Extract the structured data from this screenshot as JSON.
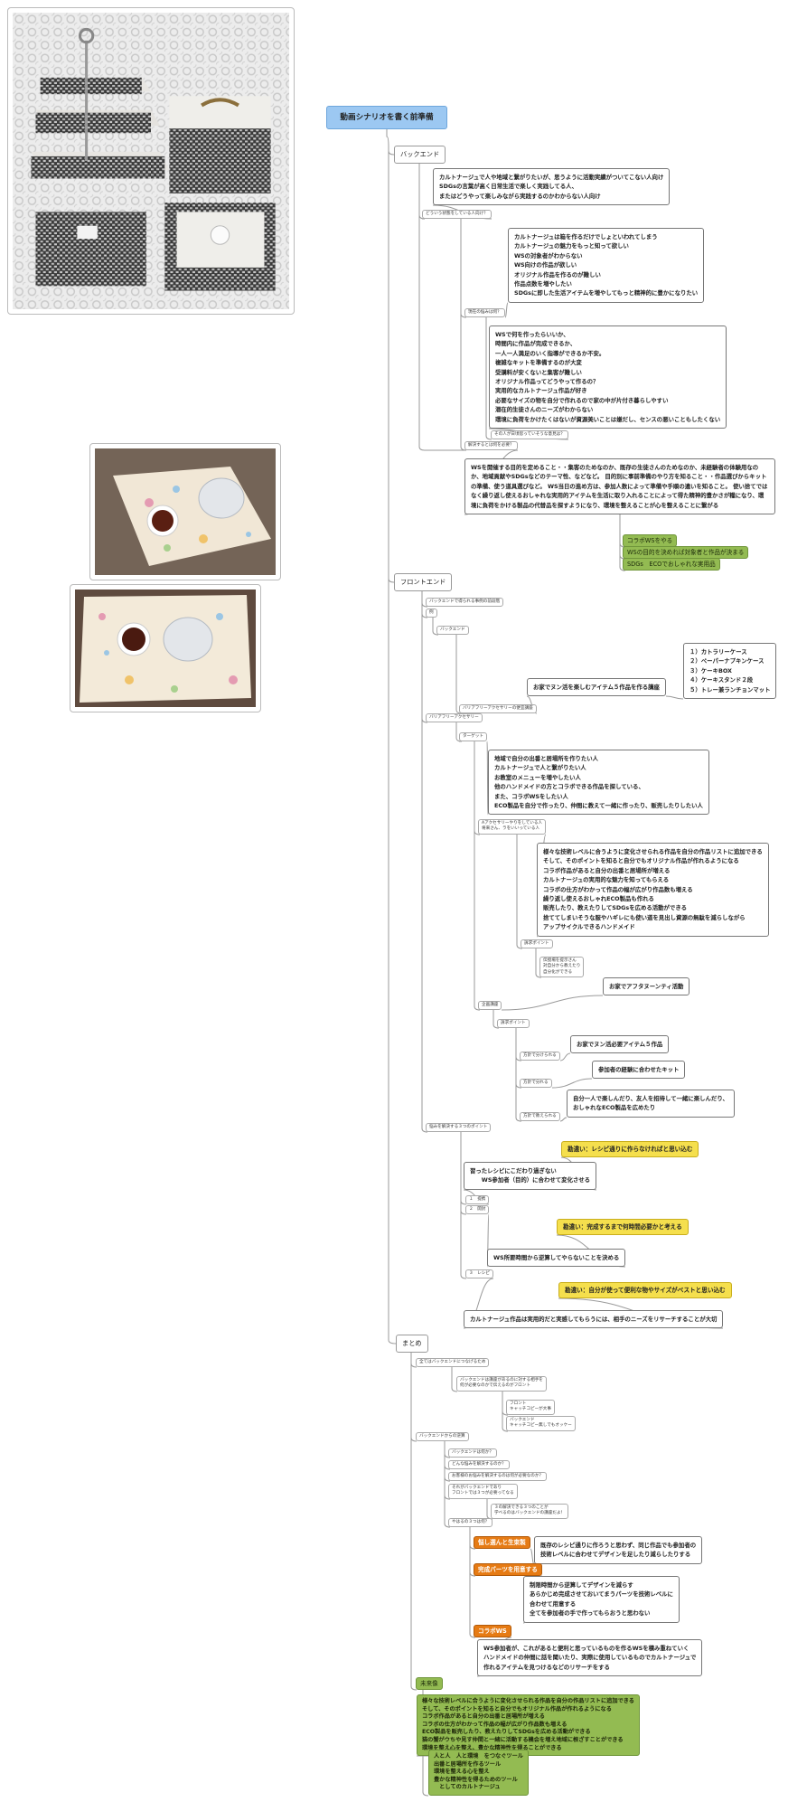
{
  "root": "動画シナリオを書く前準備",
  "back": {
    "title": "バックエンド",
    "q1": "どういう状態をしている人向け？",
    "q1_text": "カルトナージュで人や地域と繋がりたいが、思うように活動実績がついてこない人向け\nSDGsの言葉が高く日常生活で楽しく実践してる人、\nまたはどうやって楽しみながら実践するのかわからない人向け",
    "q2": "現在の悩みは何？",
    "q2_text": "カルトナージュは箱を作るだけでしょといわれてしまう\nカルトナージュの魅力をもっと知って欲しい\nWSの対象者がわからない\nWS向けの作品が欲しい\nオリジナル作品を作るのが難しい\n作品点数を増やしたい\nSDGsに即した生活アイテムを増やしてもっと精神的に豊かになりたい",
    "q3": "その人が日頃思っていそうな意見は？",
    "q3_text": "WSで何を作ったらいいか、\n時間内に作品が完成できるか、\n一人一人満足のいく指導ができるか不安。\n複雑なキットを準備するのが大変\n受講料が安くないと集客が難しい\nオリジナル作品ってどうやって作るの？\n実用的なカルトナージュ作品が好き\n必要なサイズの物を自分で作れるので家の中が片付き暮らしやすい\n潜在的生徒さんのニーズがわからない\n環境に負荷をかけたくはないが資源美いことは嫌だし、センスの悪いこともしたくない",
    "q4": "解決するとは何を必要？",
    "q4_text": "WSを開催する目的を定めること・・集客のためなのか、既存の生徒さんのためなのか、未経験者の体験用なのか、地域貢献やSDGsなどのテーマ性、などなど。\n目的別に事前準備のやり方を知ること・・作品選びからキットの準備、使う道具選びなど。\nWS当日の進め方は、参加人数によって準備や手順の違いを知ること。\n使い捨てではなく繰り返し使えるおしゃれな実用的アイテムを生活に取り入れることによって得た精神的豊かさが糧になり、環境に負荷をかける製品の代替品を探すようになり、環境を整えることが心を整えることに繋がる",
    "g1": "コラボWSをやる",
    "g2": "WSの目的を決めれば対象者と作品が決まる",
    "g3": "SDGs　ECOでおしゃれな実用品"
  },
  "front": {
    "title": "フロントエンド",
    "p1": "バックエンドで得られる事例の前段階",
    "p2": "例",
    "p3": "バックエンド",
    "course": "お家でヌン活を楽しむアイテム５作品を作る講座",
    "items": "１）カトラリーケース\n２）ペーパーナプキンケース\n３）ケーキBOX\n４）ケーキスタンド２段\n５）トレー兼ランチョンマット",
    "p4": "バリアフリーアクセサリーの便宜講座",
    "p5": "バリアフリーアクセサリー",
    "p6": "ターゲット",
    "target_text": "地域で自分の出番と居場所を作りたい人\nカルトナージュで人と繋がりたい人\nお教室のメニューを増やしたい人\n他のハンドメイドの方とコラボできる作品を探している、\nまた、コラボWSをしたい人\nECO製品を自分で作ったり、仲間に教えて一緒に作ったり、販売したりしたい人",
    "p7": "Aアクセサリーやりをしている人\n将来さん、ラをいいっている人",
    "effect_text": "様々な技術レベルに合うように変化させられる作品を自分の作品リストに追加できる\nそして、そのポイントを知ると自分でもオリジナル作品が作れるようになる\nコラボ作品があると自分の出番と居場所が増える\nカルトナージュの実用的な魅力を知ってもらえる\nコラボの仕方がわかって作品の幅が広がり作品数も増える\n繰り返し使えるおしゃれECO製品も作れる\n販売したり、教えたりしてSDGsを広める活動ができる\n捨ててしまいそうな服やハギレにも使い道を見出し資源の無駄を減らしながら\nアップサイクルできるハンドメイド",
    "p8": "訴求ポイント",
    "p8b": "伝授場を提示さん\n対自分から教えたり\n自分化ができる",
    "p9": "企画講座",
    "afternoon": "お家でアフタヌーンティ活動",
    "p10": "訴求ポイント",
    "p11": "方針で分けられる",
    "b1": "お家でヌン活必要アイテム５作品",
    "p12": "方針で分れる",
    "b2": "参加者の経験に合わせたキット",
    "p13": "方針で教えられる",
    "b3": "自分一人で楽しんだり、友人を招待して一緒に楽しんだり、\nおしゃれなECO製品を広めたり",
    "p14": "悩みを解決する３つのポイント",
    "y1": "勘違い：レシピ通りに作らなければと思い込む",
    "f1": "習ったレシピにこだわり過ぎない\n　　WS参加者（目的）に合わせて変化させる",
    "k1": "１　提携",
    "k2": "２　開封",
    "y2": "勘違い：完成するまで何時間必要かと考える",
    "f2": "WS所要時間から逆算してやらないことを決める",
    "k3": "３　レシピ",
    "y3": "勘違い：自分が使って便利な物やサイズがベストと思い込む",
    "f3": "カルトナージュ作品は実用的だと実感してもらうには、相手のニーズをリサーチすることが大切"
  },
  "summary": {
    "title": "まとめ",
    "m1": "全てはバックエンドにつなげるため",
    "m2": "バックエンドは講座があるのに対する相手を\n何が必要なのかで伝えるのがフロント",
    "m3": "フロント\nキャッチコピーが大事",
    "m4": "バックエンド\nキャッチコピー無しでもオッケー",
    "m5": "バックエンドからの逆算",
    "m6": "バックエンドは何か？",
    "m7": "どんな悩みを解決するのか？",
    "m8": "お客様のお悩みを解決するのは何が必要なのか？",
    "m9": "それがバックエンドであり\nフロントでは３つが必要ってなる",
    "m10": "やはるの３つは何？",
    "m11": "３の解決できる３つのことが\n学べるのはバックエンドの講座だよ！",
    "o1": "悩し選んと生束製",
    "o1_text": "既存のレシピ通りに作ろうと思わず、同じ作品でも参加者の\n技術レベルに合わせてデザインを足したり減らしたりする",
    "o2": "完成パーツを用意する",
    "o2_text": "制限時間から逆算してデザインを減らす\nあらかじめ完成させておいてまうパーツを技術レベルに\n合わせて用意する\n全てを参加者の手で作ってもらおうと思わない",
    "o3": "コラボWS",
    "o3_text": "WS参加者が、これがあると便利と思っているものを作るWSを積み重ねていく\nハンドメイドの仲間に話を聞いたり、実際に使用しているものでカルトナージュで\n作れるアイテムを見つけるなどのリサーチをする",
    "g4": "未来像",
    "g5": "様々な技術レベルに合うように変化させられる作品を自分の作品リストに追加できる\nそして、そのポイントを知ると自分でもオリジナル作品が作れるようになる\nコラボ作品があると自分の出番と居場所が増える\nコラボの仕方がわかって作品の幅が広がり作品数も増える\nECO製品を販売したり、教えたりしてSDGsを広める活動ができる\n猫の蟹がウちや見す仲間と一緒に活動する機会を増え地域に根ざすことができる\n環境を整え心を整え、豊かな精神性を得ることができる",
    "g6": "人と人　人と環境　をつなぐツール\n出番と居場所を作るツール\n環境を整える心を整え\n豊かな精神性を得るためのツール\n　としてのカルトナージュ"
  },
  "photos": {
    "p1": "cartonnage-stand-photo",
    "p2": "tray-photo",
    "p3": "mat-photo"
  }
}
